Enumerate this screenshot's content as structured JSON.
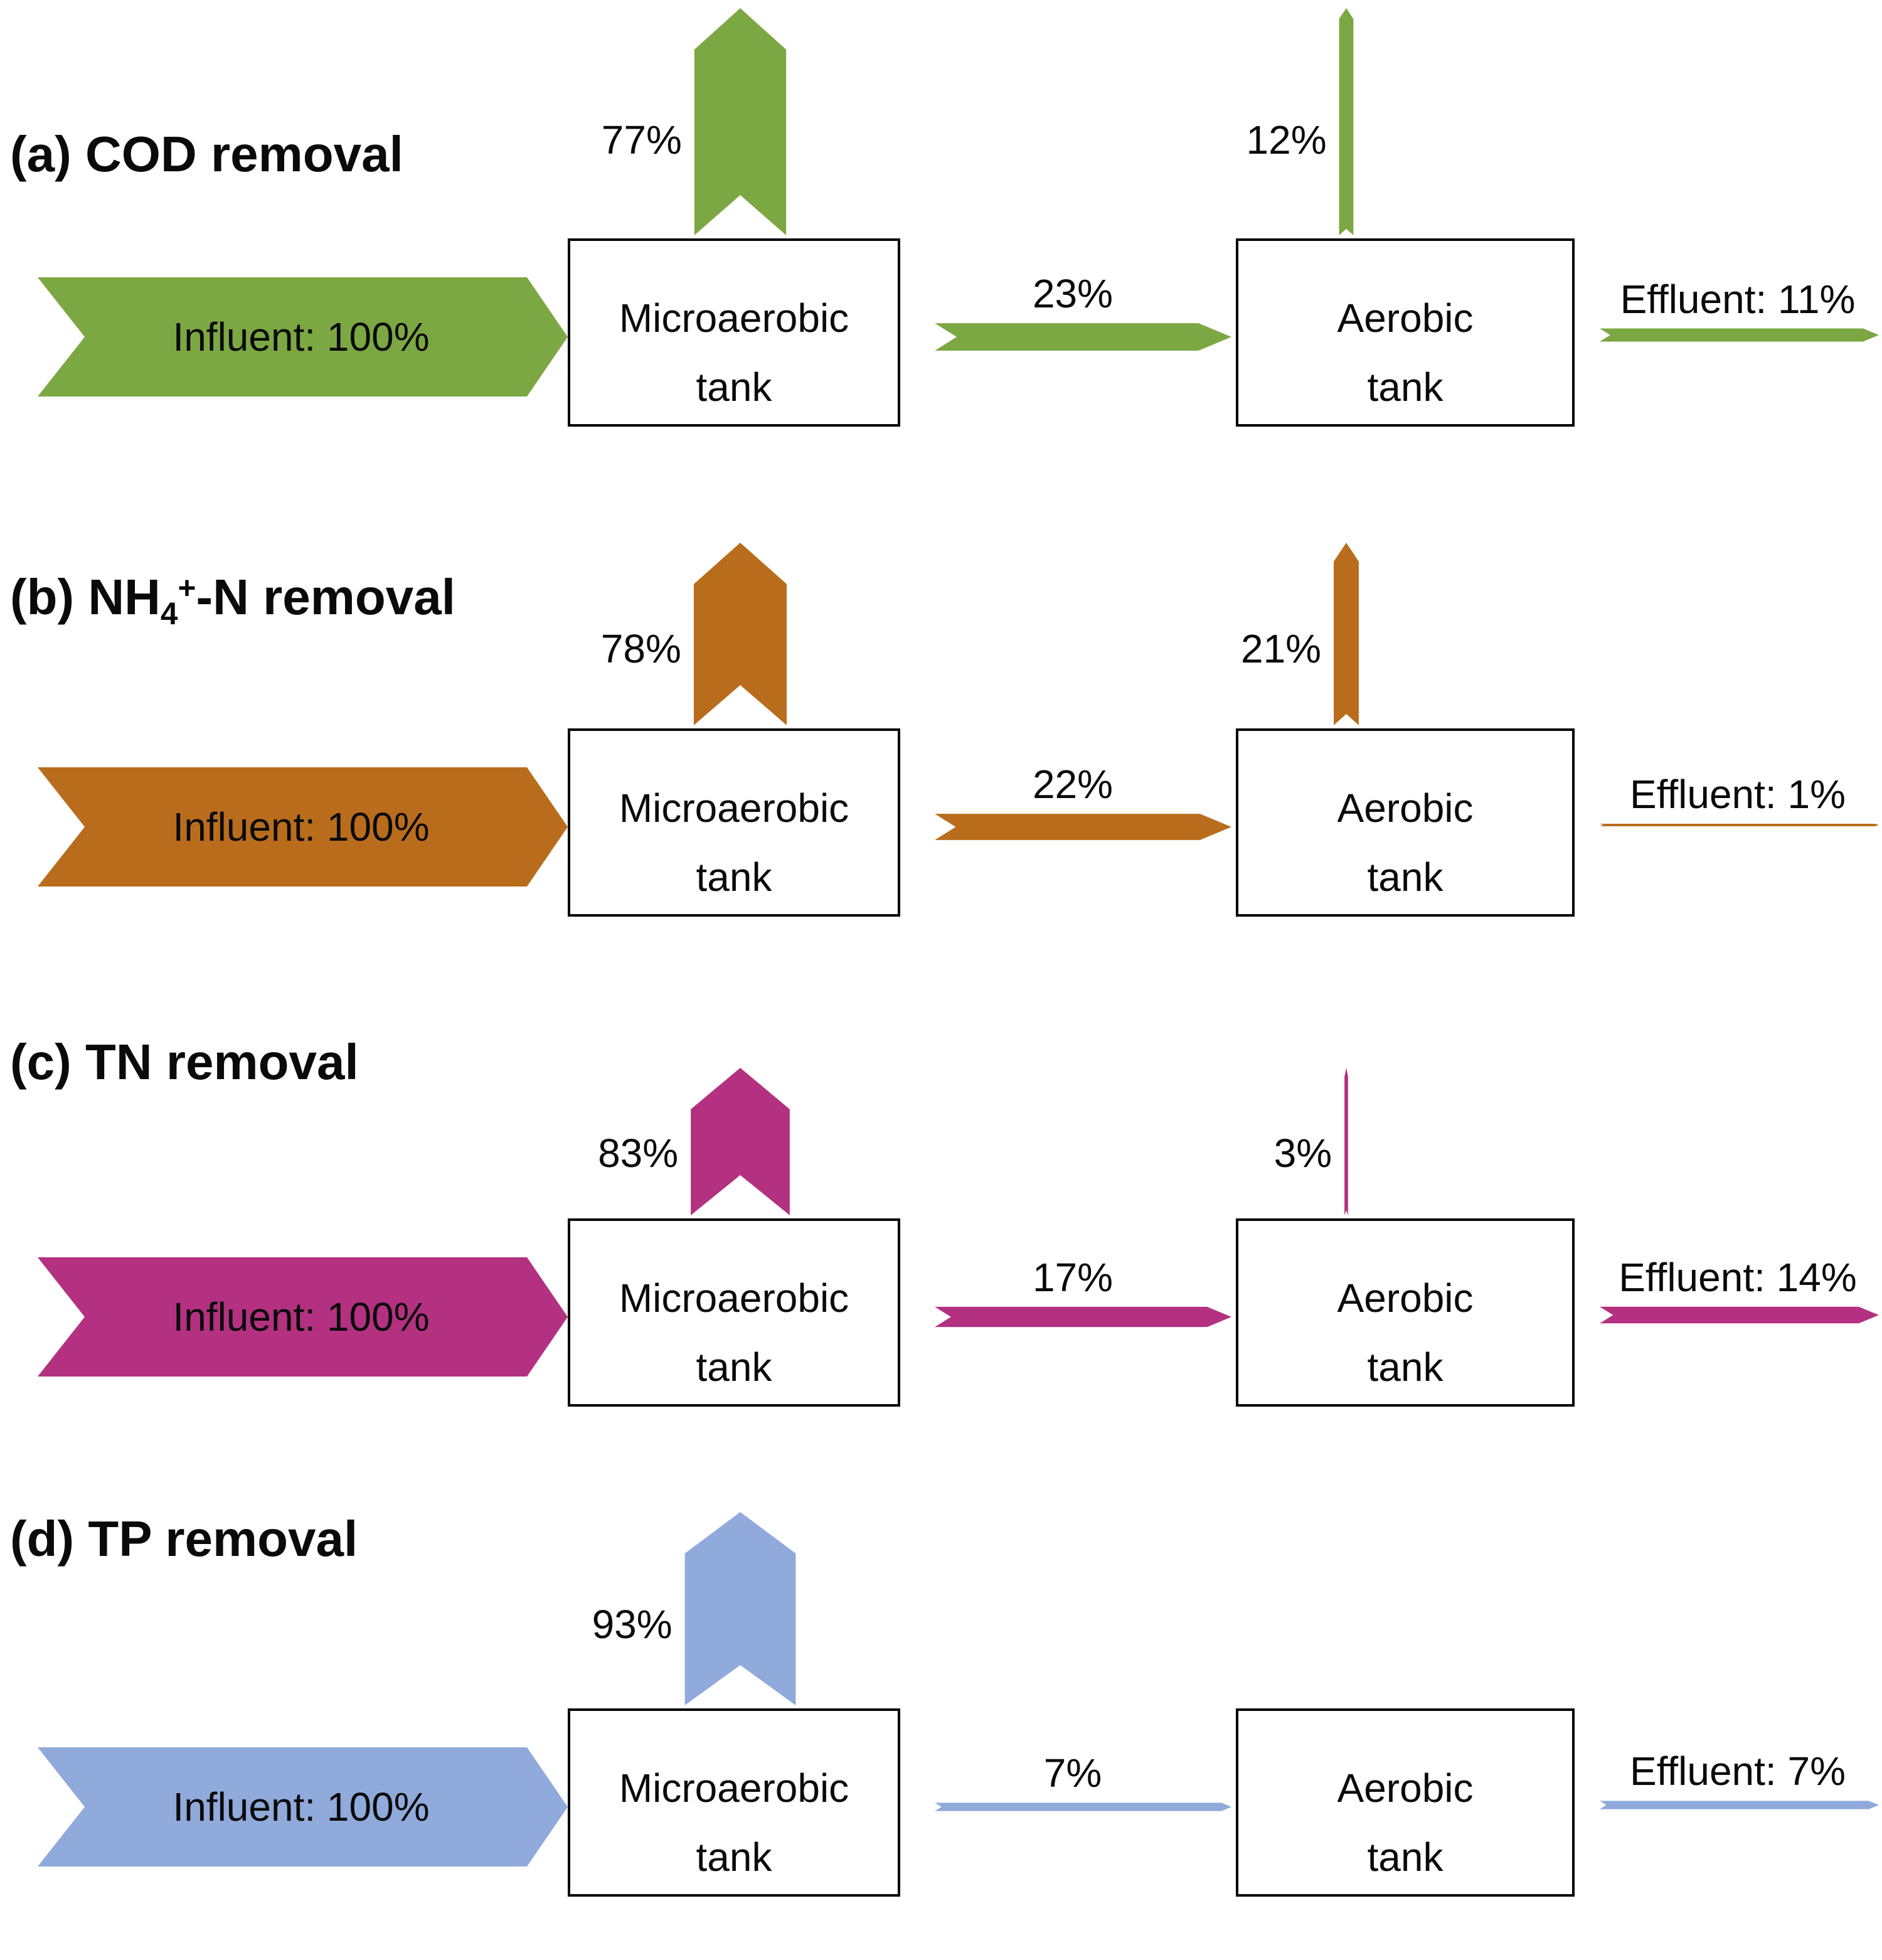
{
  "figure": {
    "description": "Mass-flow removal diagrams across microaerobic and aerobic tanks",
    "panels": [
      {
        "id": "a",
        "title_prefix": "(a) COD removal",
        "title_sub": "",
        "title_sup": "",
        "title_suffix": "",
        "color": "#7CA843",
        "influent_label": "Influent: 100%",
        "influent_pct": 100,
        "tank1_line1": "Microaerobic",
        "tank1_line2": "tank",
        "tank2_line1": "Aerobic",
        "tank2_line2": "tank",
        "removal1_label": "77%",
        "removal1_pct": 77,
        "transfer_label": "23%",
        "transfer_pct": 23,
        "removal2_label": "12%",
        "removal2_pct": 12,
        "effluent_label": "Effluent: 11%",
        "effluent_pct": 11
      },
      {
        "id": "b",
        "title_prefix": "(b) NH",
        "title_sub": "4",
        "title_sup": "+",
        "title_suffix": "-N removal",
        "color": "#B96D1C",
        "influent_label": "Influent: 100%",
        "influent_pct": 100,
        "tank1_line1": "Microaerobic",
        "tank1_line2": "tank",
        "tank2_line1": "Aerobic",
        "tank2_line2": "tank",
        "removal1_label": "78%",
        "removal1_pct": 78,
        "transfer_label": "22%",
        "transfer_pct": 22,
        "removal2_label": "21%",
        "removal2_pct": 21,
        "effluent_label": "Effluent: 1%",
        "effluent_pct": 1
      },
      {
        "id": "c",
        "title_prefix": "(c) TN removal",
        "title_sub": "",
        "title_sup": "",
        "title_suffix": "",
        "color": "#B33180",
        "influent_label": "Influent: 100%",
        "influent_pct": 100,
        "tank1_line1": "Microaerobic",
        "tank1_line2": "tank",
        "tank2_line1": "Aerobic",
        "tank2_line2": "tank",
        "removal1_label": "83%",
        "removal1_pct": 83,
        "transfer_label": "17%",
        "transfer_pct": 17,
        "removal2_label": "3%",
        "removal2_pct": 3,
        "effluent_label": "Effluent: 14%",
        "effluent_pct": 14
      },
      {
        "id": "d",
        "title_prefix": "(d) TP removal",
        "title_sub": "",
        "title_sup": "",
        "title_suffix": "",
        "color": "#8FAADB",
        "influent_label": "Influent: 100%",
        "influent_pct": 100,
        "tank1_line1": "Microaerobic",
        "tank1_line2": "tank",
        "tank2_line1": "Aerobic",
        "tank2_line2": "tank",
        "removal1_label": "93%",
        "removal1_pct": 93,
        "transfer_label": "7%",
        "transfer_pct": 7,
        "removal2_label": "",
        "removal2_pct": null,
        "effluent_label": "Effluent: 7%",
        "effluent_pct": 7
      }
    ]
  }
}
